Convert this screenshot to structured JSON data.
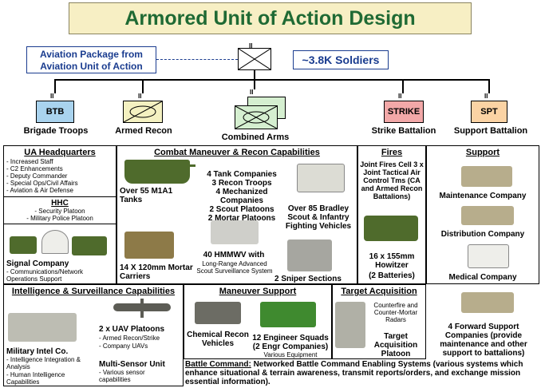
{
  "title": "Armored Unit of Action Design",
  "aviation_note": "Aviation Package from Aviation Unit of Action",
  "soldiers": "~3.8K Soldiers",
  "units": [
    {
      "code": "BTB",
      "label": "Brigade Troops",
      "color": "#a9d3ee"
    },
    {
      "code": "",
      "label": "Armed Recon",
      "color": "#f4f1c1"
    },
    {
      "code": "",
      "label": "Combined Arms",
      "color": "#d5efd0"
    },
    {
      "code": "STRIKE",
      "label": "Strike Battalion",
      "color": "#f2a8a8"
    },
    {
      "code": "SPT",
      "label": "Support Battalion",
      "color": "#fbd3a4"
    }
  ],
  "ua_hq": {
    "title": "UA Headquarters",
    "items": [
      "- Increased Staff",
      "- C2 Enhancements",
      "- Deputy Commander",
      "- Special Ops/Civil Affairs",
      "- Aviation & Air Defense"
    ],
    "hhc_title": "HHC",
    "hhc_items": [
      "- Security Platoon",
      "- Military Police Platoon"
    ],
    "signal_title": "Signal Company",
    "signal_text": "- Communications/Network Operations Support"
  },
  "combat": {
    "title": "Combat Maneuver & Recon Capabilities",
    "tanks": "Over 55 M1A1 Tanks",
    "companies": [
      "4 Tank Companies",
      "3 Recon Troops",
      "4 Mechanized Companies",
      "2 Scout Platoons",
      "2 Mortar Platoons"
    ],
    "bradley": "Over 85 Bradley Scout & Infantry Fighting Vehicles",
    "mortar": "14 X 120mm Mortar Carriers",
    "hmmwv_title": "40 HMMWV with",
    "hmmwv_text": "Long-Range Advanced Scout Surveillance System",
    "sniper": "2 Sniper Sections"
  },
  "fires": {
    "title": "Fires",
    "text": "Joint Fires Cell 3 x Joint Tactical Air Control Tms (CA and Armed Recon Battalions)",
    "howitzer": "16 x 155mm Howitzer",
    "batteries": "(2 Batteries)"
  },
  "support": {
    "title": "Support",
    "maintenance": "Maintenance Company",
    "distribution": "Distribution Company",
    "medical": "Medical Company",
    "forward": "4 Forward Support Companies (provide maintenance and other support to battalions)"
  },
  "intel": {
    "title": "Intelligence & Surveillance Capabilities",
    "uav_title": "2 x UAV Platoons",
    "uav_items": [
      "- Armed Recon/Strike",
      "- Company UAVs"
    ],
    "mi_title": "Military Intel Co.",
    "mi_items": [
      "- Intelligence Integration & Analysis",
      "- Human Intelligence Capabilities"
    ],
    "ms_title": "Multi-Sensor Unit",
    "ms_items": [
      "- Various sensor capabilities"
    ]
  },
  "maneuver": {
    "title": "Maneuver Support",
    "chem": "Chemical Recon Vehicles",
    "engineer": "12 Engineer Squads (2 Engr Companies)",
    "equip": "Various Equipment"
  },
  "target": {
    "title": "Target Acquisition",
    "radars": "Counterfire and Counter-Mortar Radars",
    "platoon": "Target Acquisition Platoon"
  },
  "battle": {
    "label": "Battle Command:",
    "text": "Networked Battle Command Enabling Systems (various systems which enhance situational & terrain awareness, transmit reports/orders, and exchange mission essential information)."
  }
}
